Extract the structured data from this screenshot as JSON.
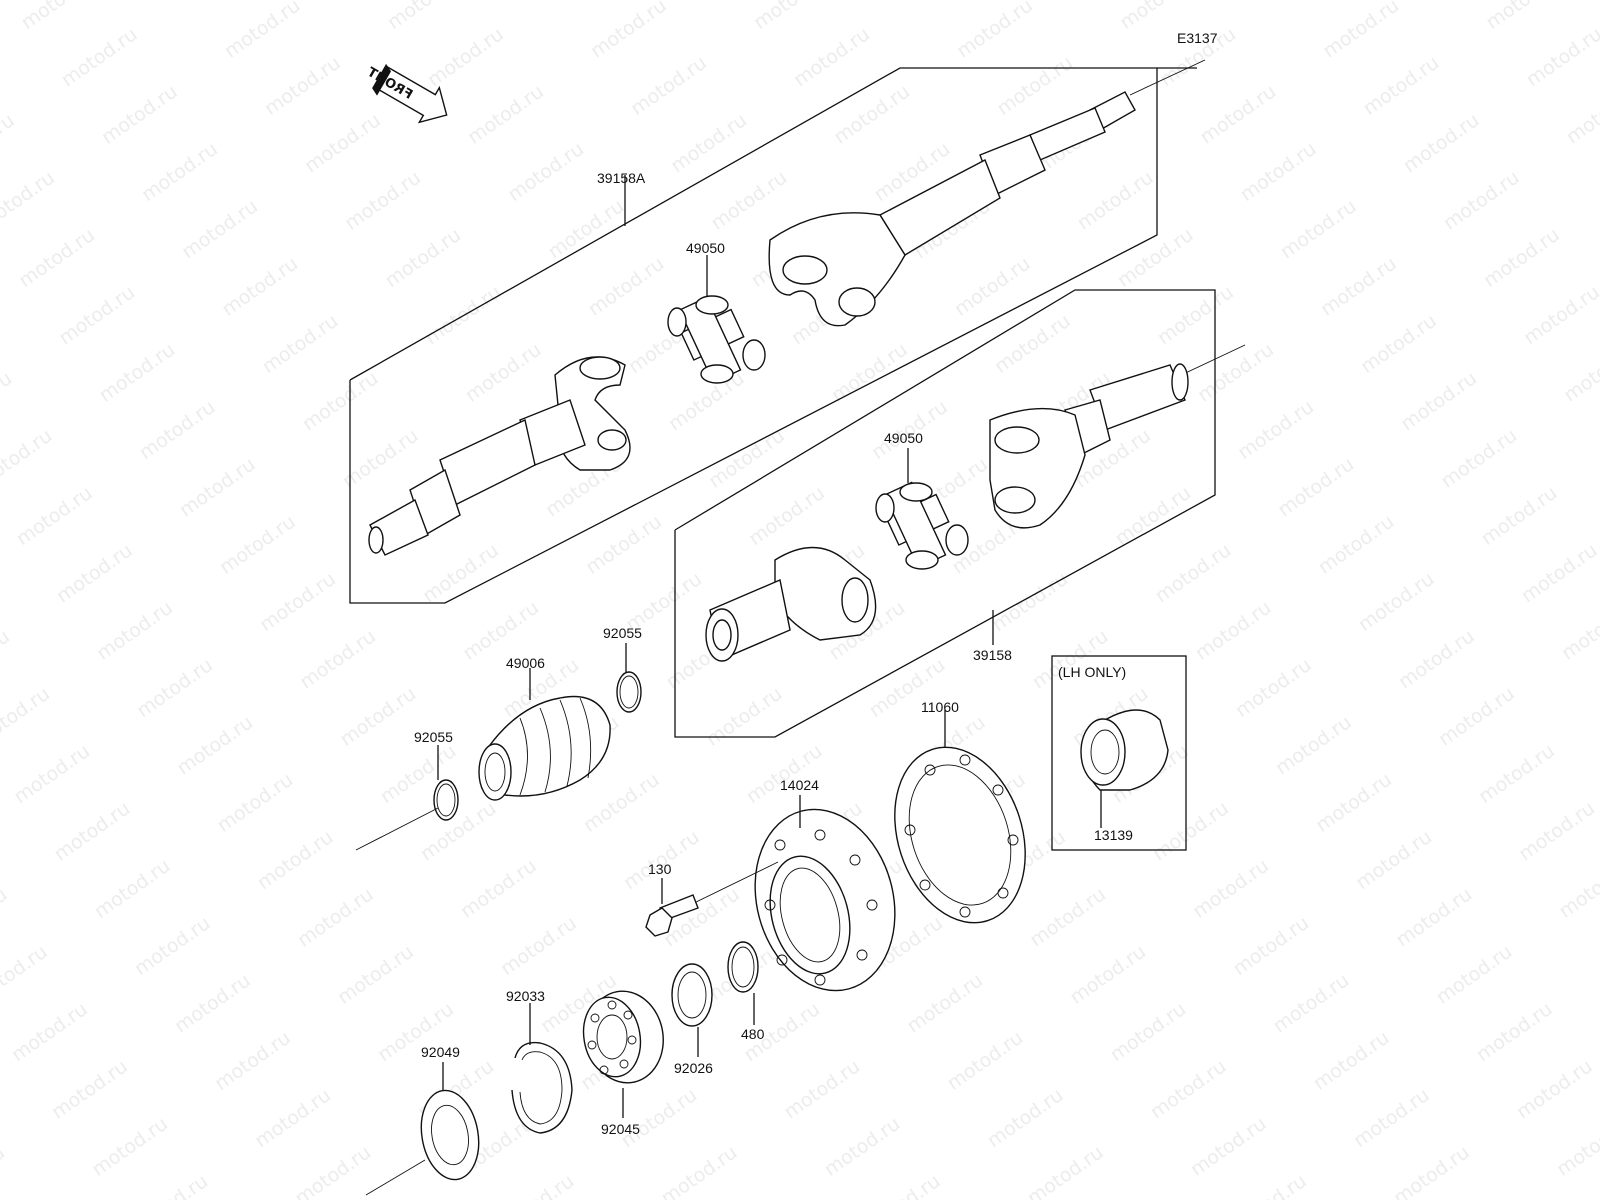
{
  "diagram_code": "E3137",
  "front_label": "FRONT",
  "lh_only_note": "(LH ONLY)",
  "watermark": "motod.ru",
  "parts": {
    "p39158A": "39158A",
    "p49050_upper": "49050",
    "p49050_lower": "49050",
    "p39158": "39158",
    "p92055_right": "92055",
    "p49006": "49006",
    "p92055_left": "92055",
    "p11060": "11060",
    "p14024": "14024",
    "p130": "130",
    "p13139": "13139",
    "p92033": "92033",
    "p92049": "92049",
    "p92045": "92045",
    "p92026": "92026",
    "p480": "480"
  }
}
